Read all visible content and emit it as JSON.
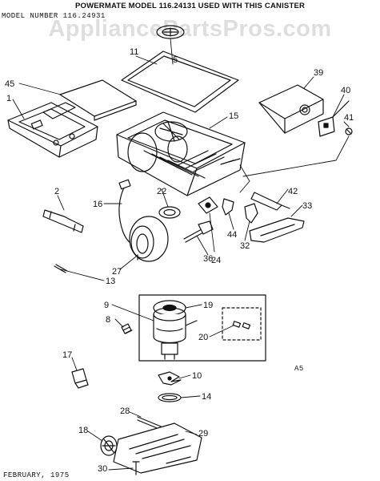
{
  "header": {
    "title": "POWERMATE MODEL 116.24131 USED WITH THIS CANISTER",
    "model_line": "MODEL NUMBER 116.24931"
  },
  "watermark": "AppliancePartsPros.com",
  "footer": "FEBRUARY, 1975",
  "drawing_code": "A5",
  "callouts": [
    "5",
    "11",
    "45",
    "1",
    "39",
    "40",
    "15",
    "41",
    "2",
    "16",
    "22",
    "42",
    "33",
    "44",
    "32",
    "36",
    "24",
    "27",
    "13",
    "9",
    "19",
    "8",
    "20",
    "17",
    "10",
    "14",
    "28",
    "18",
    "29",
    "30"
  ],
  "colors": {
    "ink": "#111111",
    "paper": "#ffffff",
    "watermark": "#cfcfcf"
  }
}
